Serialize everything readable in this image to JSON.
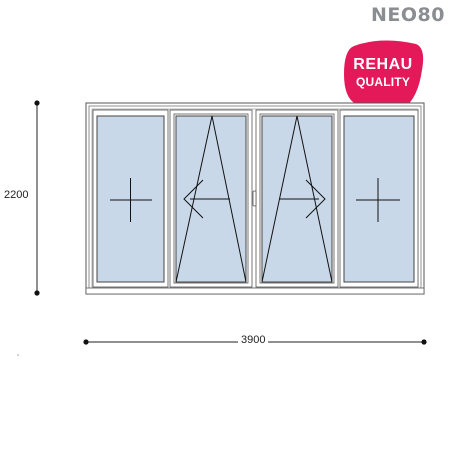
{
  "product": {
    "model": "NEO80"
  },
  "badge": {
    "brand": "REHAU",
    "subtitle": "QUALITY",
    "color": "#e4195a"
  },
  "dimensions": {
    "height_label": "2200",
    "width_label": "3900"
  },
  "window": {
    "frame_color": "#ffffff",
    "glass_color": "#c9d8e8",
    "outline_color": "#555555",
    "panels": [
      {
        "name": "panel-1",
        "type": "fixed",
        "symbol": "plus-icon"
      },
      {
        "name": "panel-2",
        "type": "tilt-turn",
        "symbol": "opening-triangle-icon"
      },
      {
        "name": "panel-3",
        "type": "tilt-turn",
        "symbol": "opening-triangle-icon"
      },
      {
        "name": "panel-4",
        "type": "fixed",
        "symbol": "plus-icon"
      }
    ]
  }
}
